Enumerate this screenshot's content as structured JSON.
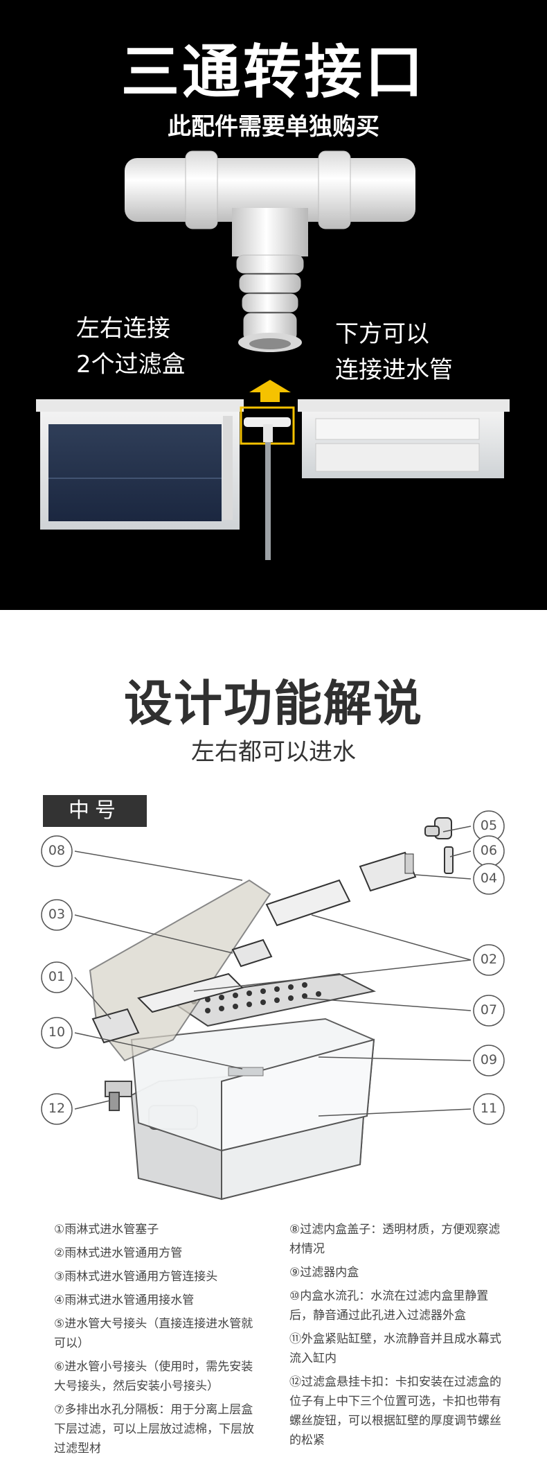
{
  "top": {
    "title": "三通转接口",
    "subtitle": "此配件需要单独购买",
    "left_note": [
      "左右连接",
      "2个过滤盒"
    ],
    "right_note": [
      "下方可以",
      "连接进水管"
    ]
  },
  "design": {
    "title": "设计功能解说",
    "subtitle": "左右都可以进水",
    "size_tag": "中号"
  },
  "callouts": [
    "01",
    "02",
    "03",
    "04",
    "05",
    "06",
    "07",
    "08",
    "09",
    "10",
    "11",
    "12"
  ],
  "legend_left": [
    "①雨淋式进水管塞子",
    "②雨林式进水管通用方管",
    "③雨林式进水管通用方管连接头",
    "④雨淋式进水管通用接水管",
    "⑤进水管大号接头（直接连接进水管就可以）",
    "⑥进水管小号接头（使用时，需先安装大号接头，然后安装小号接头）",
    "⑦多排出水孔分隔板：用于分离上层盒下层过滤，可以上层放过滤棉，下层放过滤型材"
  ],
  "legend_right": [
    "⑧过滤内盒盖子：透明材质，方便观察滤材情况",
    "⑨过滤器内盒",
    "⑩内盒水流孔：水流在过滤内盒里静置后，静音通过此孔进入过滤器外盒",
    "⑪外盒紧贴缸壁，水流静音并且成水幕式流入缸内",
    "⑫过滤盒悬挂卡扣：卡扣安装在过滤盒的位子有上中下三个位置可选，卡扣也带有螺丝旋钮，可以根据缸壁的厚度调节螺丝的松紧"
  ]
}
